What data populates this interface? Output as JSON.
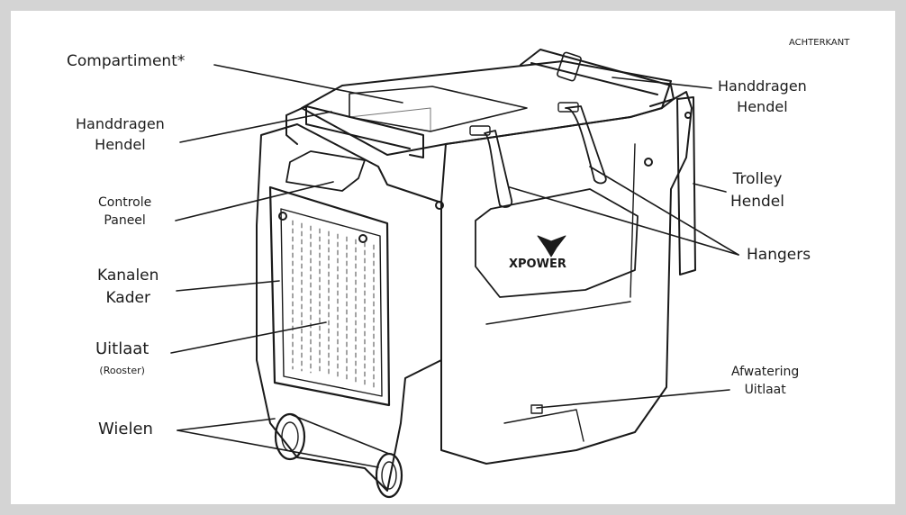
{
  "corner_label": "ACHTERKANT",
  "brand": "XPOWER",
  "labels": {
    "compartiment": "Compartiment*",
    "handgrip_left": [
      "Handdragen",
      "Hendel"
    ],
    "controls": [
      "Controle",
      "Paneel"
    ],
    "duct_frame": [
      "Kanalen",
      "Kader"
    ],
    "outlet": "Uitlaat",
    "outlet_note": "(Rooster)",
    "wheels": "Wielen",
    "handgrip_right": [
      "Handdragen",
      "Hendel"
    ],
    "trolley": [
      "Trolley",
      "Hendel"
    ],
    "hangers": "Hangers",
    "drain": [
      "Afwatering",
      "Uitlaat"
    ]
  },
  "colors": {
    "frame": "#d4d4d4",
    "line": "#1a1a1a",
    "text": "#1c1c1c"
  }
}
